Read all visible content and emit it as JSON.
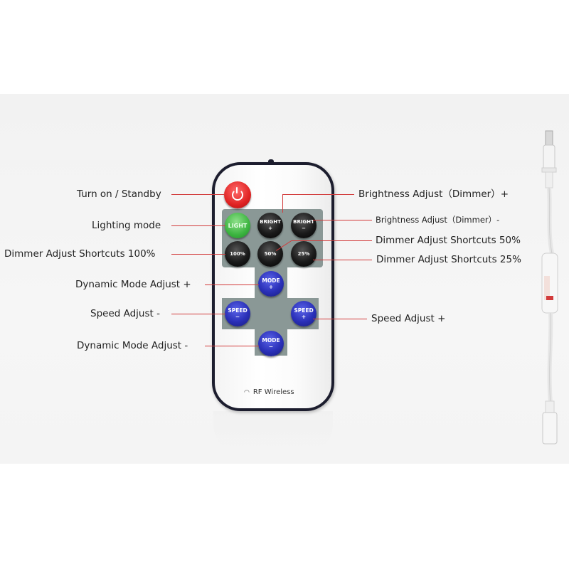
{
  "labels": {
    "turn_on": "Turn on / Standby",
    "lighting_mode": "Lighting mode",
    "dimmer_100": "Dimmer Adjust Shortcuts 100%",
    "dynamic_plus": "Dynamic Mode Adjust +",
    "speed_minus": "Speed Adjust -",
    "dynamic_minus": "Dynamic Mode Adjust -",
    "brightness_plus": "Brightness Adjust（Dimmer）+",
    "brightness_minus": "Brightness Adjust（Dimmer）-",
    "dimmer_50": "Dimmer Adjust Shortcuts 50%",
    "dimmer_25": "Dimmer Adjust Shortcuts 25%",
    "speed_plus": "Speed Adjust +"
  },
  "remote": {
    "light": "LIGHT",
    "bright_plus_top": "BRIGHT",
    "bright_plus_sign": "+",
    "bright_minus_top": "BRIGHT",
    "bright_minus_sign": "−",
    "p100": "100%",
    "p50": "50%",
    "p25": "25%",
    "mode_plus_top": "MODE",
    "mode_plus_sign": "+",
    "speed_minus_top": "SPEED",
    "speed_minus_sign": "−",
    "speed_plus_top": "SPEED",
    "speed_plus_sign": "+",
    "mode_minus_top": "MODE",
    "mode_minus_sign": "−",
    "brand": "RF Wireless",
    "wifi_icon": "◠"
  },
  "colors": {
    "leader_line": "#d23a3a",
    "power_button": "#e02323",
    "light_button": "#3cb440",
    "mode_speed_buttons": "#2a30b8",
    "dimmer_buttons": "#1a1a1a"
  }
}
